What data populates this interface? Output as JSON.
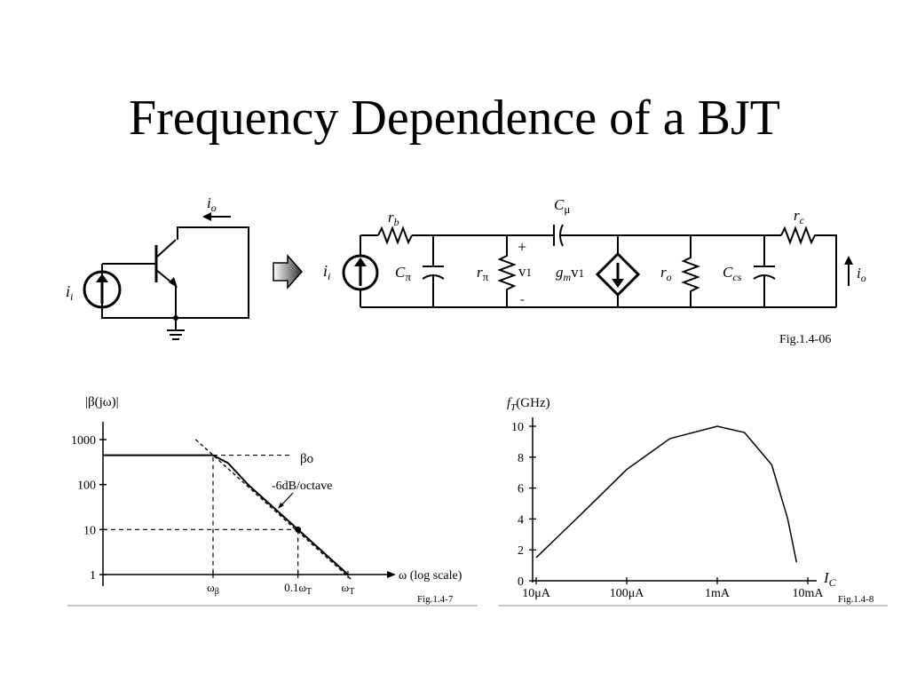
{
  "slide": {
    "title": "Frequency Dependence of a BJT"
  },
  "circuit": {
    "label_io_left": "i",
    "label_io_left_sub": "o",
    "label_ii_left": "i",
    "label_ii_left_sub": "i",
    "label_ii_right": "i",
    "label_ii_right_sub": "i",
    "label_rb": "r",
    "label_rb_sub": "b",
    "label_cmu": "C",
    "label_cmu_sub": "μ",
    "label_rc": "r",
    "label_rc_sub": "c",
    "label_cpi": "C",
    "label_cpi_sub": "π",
    "label_rpi": "r",
    "label_rpi_sub": "π",
    "label_v1": "v",
    "label_v1_sub": "1",
    "label_plus": "+",
    "label_minus": "-",
    "label_gm": "g",
    "label_gm_sub": "m",
    "label_gm_v": "v",
    "label_gm_v_sub": "1",
    "label_ro": "r",
    "label_ro_sub": "o",
    "label_ccs": "C",
    "label_ccs_sub": "cs",
    "label_io_right": "i",
    "label_io_right_sub": "o",
    "figure_label": "Fig.1.4-06"
  },
  "chart_data": [
    {
      "type": "line",
      "ylabel": "|β(jω)|",
      "xlabel": "ω (log scale)",
      "y_scale": "log",
      "y_ticks": [
        "1000",
        "100",
        "10",
        "1"
      ],
      "x_ticks": [
        "ωβ",
        "0.1ωT",
        "ωT"
      ],
      "annotations": [
        "βo",
        "-6dB/octave"
      ],
      "figure_label": "Fig.1.4-7",
      "series": [
        {
          "points": [
            [
              0.01,
              450
            ],
            [
              1,
              450
            ],
            [
              2,
              300
            ],
            [
              5,
              100
            ],
            [
              10,
              50
            ],
            [
              50,
              10
            ],
            [
              500,
              1
            ]
          ]
        }
      ],
      "asymptote": [
        [
          0.45,
          1000
        ],
        [
          600,
          0.75
        ]
      ],
      "beta_o": 450,
      "marked_point": [
        50,
        10
      ]
    },
    {
      "type": "line",
      "ylabel_main": "f",
      "ylabel_sub": "T",
      "ylabel_unit": "(GHz)",
      "xlabel_main": "I",
      "xlabel_sub": "C",
      "x_scale": "log",
      "x_ticks": [
        "10μA",
        "100μA",
        "1mA",
        "10mA"
      ],
      "y_ticks": [
        "10",
        "8",
        "6",
        "4",
        "2",
        "0"
      ],
      "ylim": [
        0,
        10
      ],
      "figure_label": "Fig.1.4-8",
      "series": [
        {
          "x": [
            "10μA",
            "30μA",
            "100μA",
            "300μA",
            "1mA",
            "2mA",
            "4mA",
            "6mA",
            "7.5mA"
          ],
          "x_num": [
            1e-05,
            3e-05,
            0.0001,
            0.0003,
            0.001,
            0.002,
            0.004,
            0.006,
            0.0075
          ],
          "y": [
            1.5,
            4.2,
            7.2,
            9.2,
            10.0,
            9.6,
            7.5,
            4.0,
            1.2
          ]
        }
      ]
    }
  ]
}
